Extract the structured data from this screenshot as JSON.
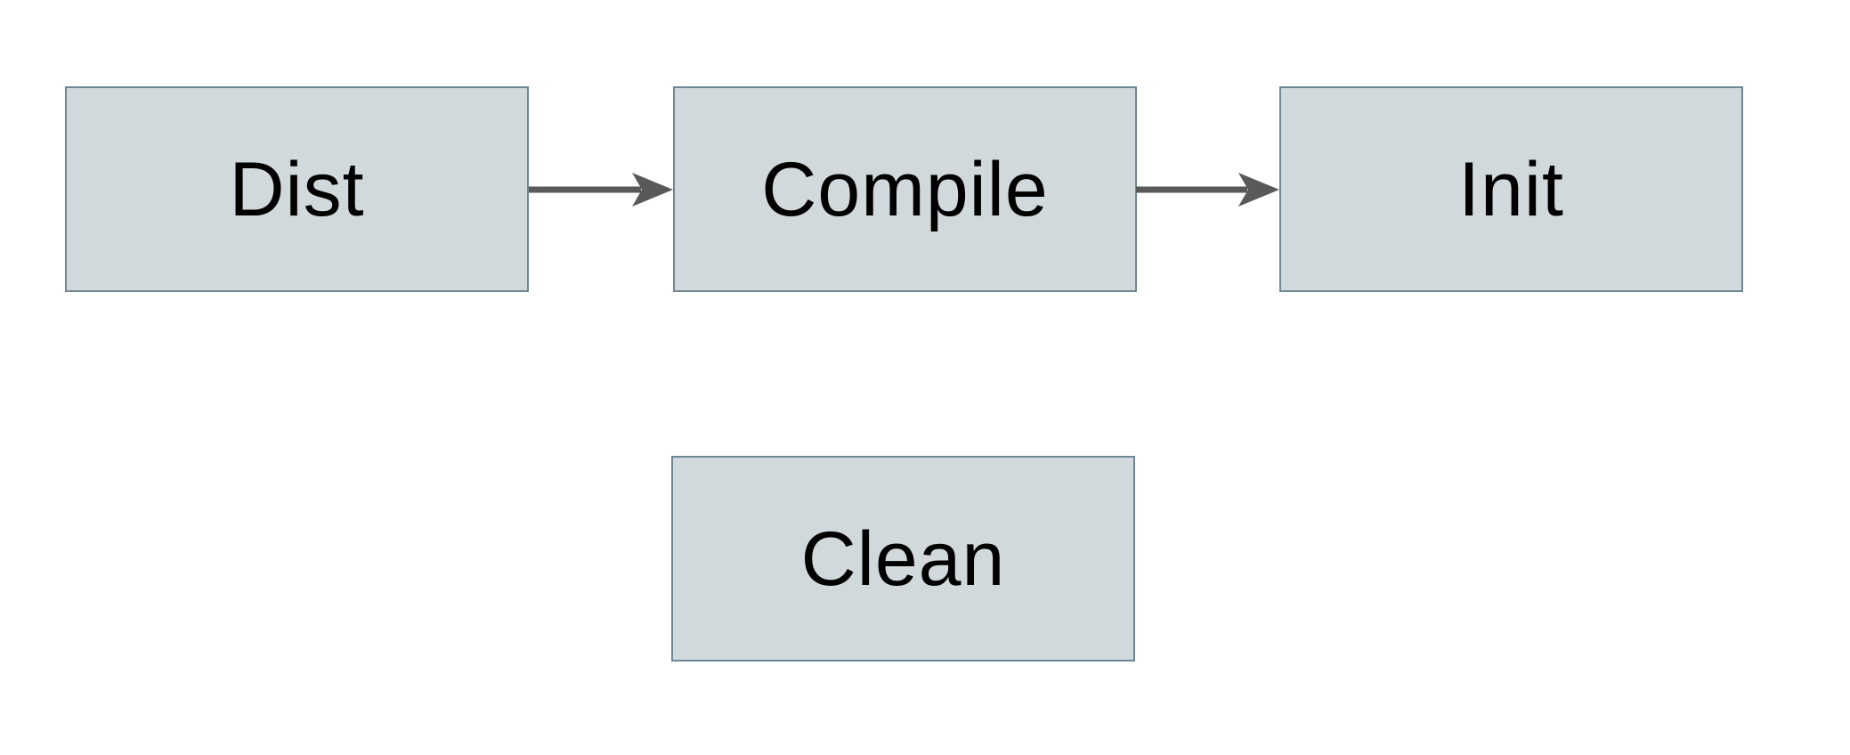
{
  "diagram": {
    "title": "build-targets-flowchart",
    "nodes": [
      {
        "id": "dist",
        "label": "Dist"
      },
      {
        "id": "compile",
        "label": "Compile"
      },
      {
        "id": "init",
        "label": "Init"
      },
      {
        "id": "clean",
        "label": "Clean"
      }
    ],
    "edges": [
      {
        "from": "Dist",
        "to": "Compile",
        "direction": "right"
      },
      {
        "from": "Compile",
        "to": "Init",
        "direction": "right"
      }
    ],
    "colors": {
      "background": "#ffffff",
      "node_fill": "#d2d9dc",
      "node_border": "#6d8795",
      "node_text": "#000000",
      "arrow": "#595959"
    }
  }
}
